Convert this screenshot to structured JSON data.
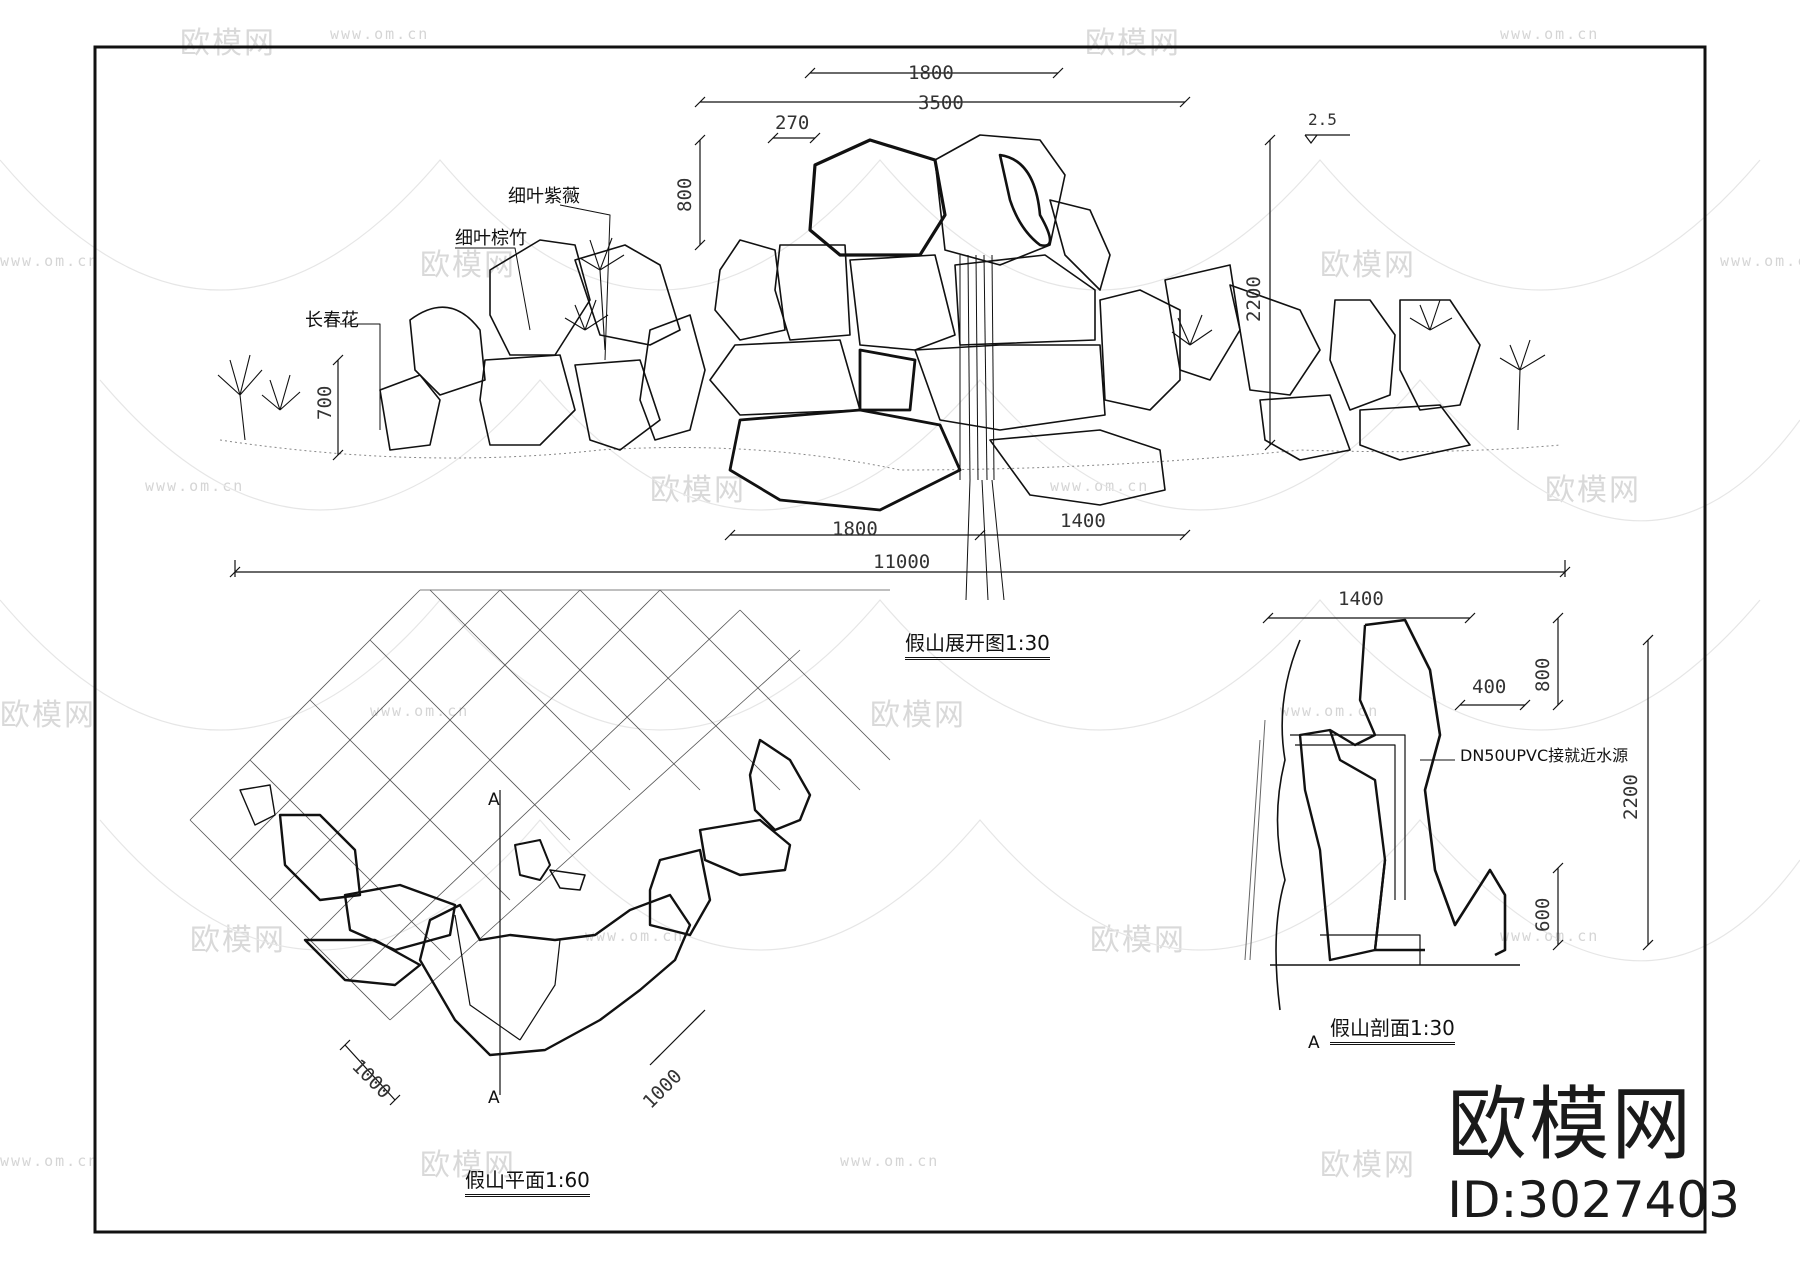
{
  "watermark": {
    "brand": "欧模网",
    "url": "www.om.cn",
    "id_label": "ID:3027403",
    "color": "#d9d9d9"
  },
  "elevation": {
    "title": "假山展开图1:30",
    "plant_labels": [
      "细叶紫薇",
      "细叶棕竹",
      "长春花"
    ],
    "dims": [
      "1800",
      "3500",
      "270",
      "800",
      "2.5",
      "2200",
      "700",
      "1800",
      "1400",
      "11000"
    ]
  },
  "plan": {
    "title": "假山平面1:60",
    "section_marks": [
      "A",
      "A"
    ],
    "dims": [
      "1000",
      "1000"
    ]
  },
  "section": {
    "title": "假山剖面1:30",
    "section_mark": "A",
    "note": "DN50UPVC接就近水源",
    "dims": [
      "1400",
      "400",
      "800",
      "2200",
      "600"
    ]
  },
  "colors": {
    "ink": "#111111",
    "watermark": "#d9d9d9",
    "background": "#ffffff"
  }
}
